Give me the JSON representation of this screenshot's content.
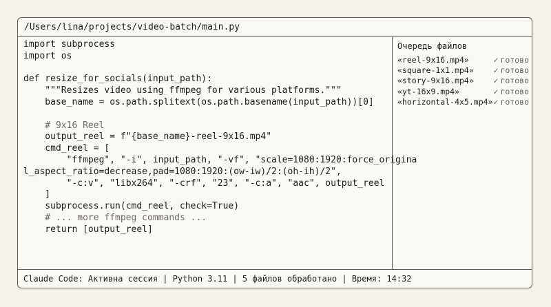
{
  "window": {
    "title": "/Users/lina/projects/video-batch/main.py"
  },
  "editor": {
    "lines": [
      {
        "text": "import subprocess",
        "comment": false
      },
      {
        "text": "import os",
        "comment": false
      },
      {
        "text": "",
        "comment": false
      },
      {
        "text": "def resize_for_socials(input_path):",
        "comment": false
      },
      {
        "text": "    \"\"\"Resizes video using ffmpeg for various platforms.\"\"\"",
        "comment": false
      },
      {
        "text": "    base_name = os.path.splitext(os.path.basename(input_path))[0]",
        "comment": false
      },
      {
        "text": "",
        "comment": false
      },
      {
        "text": "    # 9x16 Reel",
        "comment": true
      },
      {
        "text": "    output_reel = f\"{base_name}-reel-9x16.mp4\"",
        "comment": false
      },
      {
        "text": "    cmd_reel = [",
        "comment": false
      },
      {
        "text": "        \"ffmpeg\", \"-i\", input_path, \"-vf\", \"scale=1080:1920:force_origina",
        "comment": false
      },
      {
        "text": "l_aspect_ratio=decrease,pad=1080:1920:(ow-iw)/2:(oh-ih)/2\",",
        "comment": false
      },
      {
        "text": "        \"-c:v\", \"libx264\", \"-crf\", \"23\", \"-c:a\", \"aac\", output_reel",
        "comment": false
      },
      {
        "text": "    ]",
        "comment": false
      },
      {
        "text": "    subprocess.run(cmd_reel, check=True)",
        "comment": false
      },
      {
        "text": "    # ... more ffmpeg commands ...",
        "comment": true
      },
      {
        "text": "    return [output_reel]",
        "comment": false
      }
    ]
  },
  "queue": {
    "title": "Очередь файлов",
    "items": [
      {
        "name": "«reel-9x16.mp4»",
        "check": "✓",
        "status": "готово"
      },
      {
        "name": "«square-1x1.mp4»",
        "check": "✓",
        "status": "готово"
      },
      {
        "name": "«story-9x16.mp4»",
        "check": "✓",
        "status": "готово"
      },
      {
        "name": "«yt-16x9.mp4»",
        "check": "✓",
        "status": "готово"
      },
      {
        "name": "«horizontal-4x5.mp4»",
        "check": "✓",
        "status": "готово"
      }
    ]
  },
  "statusbar": {
    "text": "Claude Code: Активна сессия | Python 3.11 | 5 файлов обработано | Время: 14:32"
  }
}
